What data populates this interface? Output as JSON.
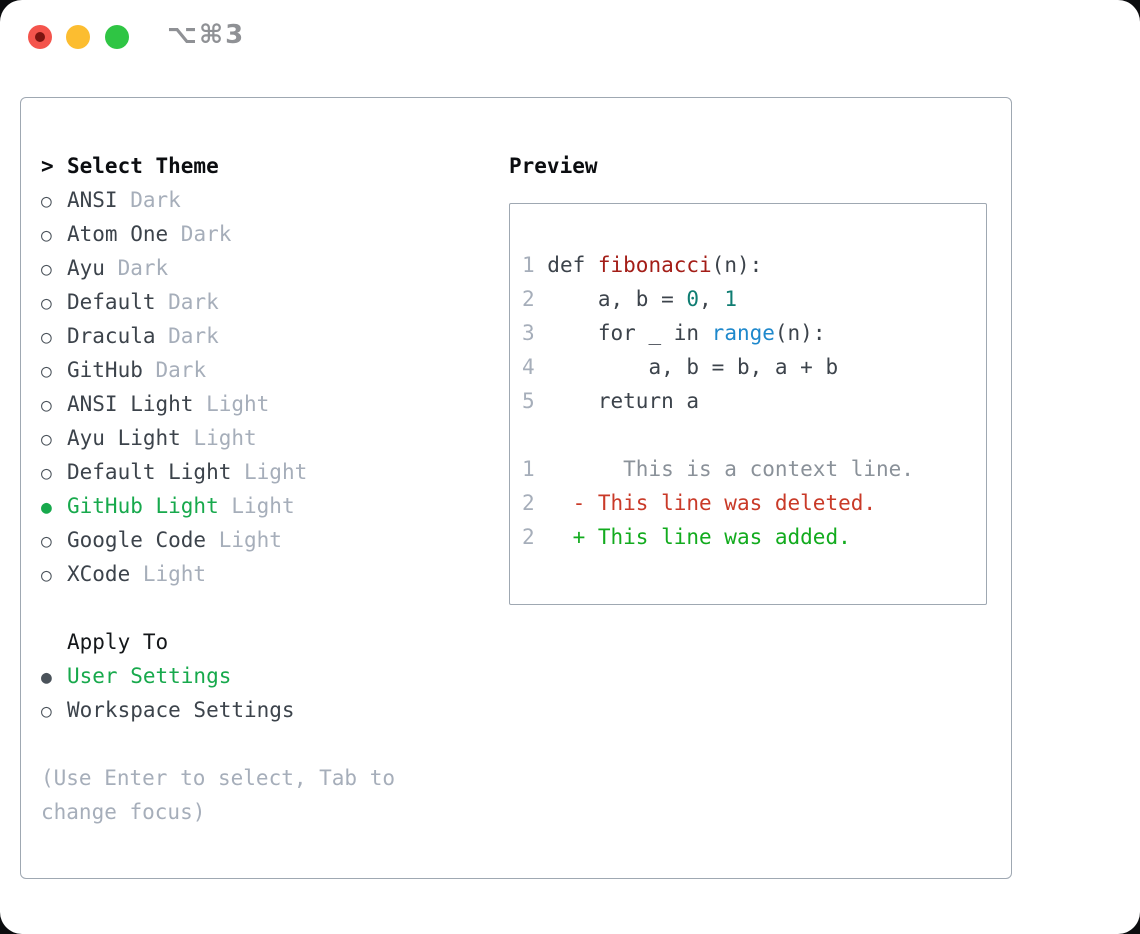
{
  "window": {
    "shortcut_label": "⌥⌘3",
    "traffic_lights": [
      {
        "name": "close-button",
        "color": "#f4544c"
      },
      {
        "name": "minimize-button",
        "color": "#fcbd30"
      },
      {
        "name": "zoom-button",
        "color": "#2fc544"
      }
    ]
  },
  "theme_list": {
    "header_prefix": ">",
    "header": "Select Theme",
    "bullet_selected": "●",
    "bullet_unselected": "○",
    "items": [
      {
        "name": "ANSI",
        "variant": "Dark",
        "selected": false
      },
      {
        "name": "Atom One",
        "variant": "Dark",
        "selected": false
      },
      {
        "name": "Ayu",
        "variant": "Dark",
        "selected": false
      },
      {
        "name": "Default",
        "variant": "Dark",
        "selected": false
      },
      {
        "name": "Dracula",
        "variant": "Dark",
        "selected": false
      },
      {
        "name": "GitHub",
        "variant": "Dark",
        "selected": false
      },
      {
        "name": "ANSI Light",
        "variant": "Light",
        "selected": false
      },
      {
        "name": "Ayu Light",
        "variant": "Light",
        "selected": false
      },
      {
        "name": "Default Light",
        "variant": "Light",
        "selected": false
      },
      {
        "name": "GitHub Light",
        "variant": "Light",
        "selected": true
      },
      {
        "name": "Google Code",
        "variant": "Light",
        "selected": false
      },
      {
        "name": "XCode",
        "variant": "Light",
        "selected": false
      }
    ]
  },
  "apply_to": {
    "header": "Apply To",
    "options": [
      {
        "name": "User Settings",
        "selected": true
      },
      {
        "name": "Workspace Settings",
        "selected": false
      }
    ]
  },
  "hint_lines": [
    "(Use Enter to select, Tab to",
    "change focus)"
  ],
  "preview": {
    "header": "Preview",
    "lines": [
      {
        "kind": "code",
        "num": "1",
        "segments": [
          {
            "t": " def ",
            "c": "code"
          },
          {
            "t": "fibonacci",
            "c": "func"
          },
          {
            "t": "(n):",
            "c": "code"
          }
        ]
      },
      {
        "kind": "code",
        "num": "2",
        "segments": [
          {
            "t": "     a, b = ",
            "c": "code"
          },
          {
            "t": "0",
            "c": "num"
          },
          {
            "t": ", ",
            "c": "code"
          },
          {
            "t": "1",
            "c": "num"
          }
        ]
      },
      {
        "kind": "code",
        "num": "3",
        "segments": [
          {
            "t": "     for _ in ",
            "c": "code"
          },
          {
            "t": "range",
            "c": "builtin"
          },
          {
            "t": "(n):",
            "c": "code"
          }
        ]
      },
      {
        "kind": "code",
        "num": "4",
        "segments": [
          {
            "t": "         a, b = b, a + b",
            "c": "code"
          }
        ]
      },
      {
        "kind": "code",
        "num": "5",
        "segments": [
          {
            "t": "     return a",
            "c": "code"
          }
        ]
      },
      {
        "kind": "blank",
        "num": "",
        "segments": []
      },
      {
        "kind": "context",
        "num": "1",
        "segments": [
          {
            "t": "       This is a context line.",
            "c": "context"
          }
        ]
      },
      {
        "kind": "deleted",
        "num": "2",
        "segments": [
          {
            "t": "   - This line was deleted.",
            "c": "del"
          }
        ]
      },
      {
        "kind": "added",
        "num": "2",
        "segments": [
          {
            "t": "   + This line was added.",
            "c": "add"
          }
        ]
      }
    ]
  },
  "colors": {
    "accent_green": "#17a94c",
    "text_dark": "#3c434b",
    "text_muted": "#a6aeba",
    "border_gray": "#9fa8b2",
    "syntax_function_red": "#a31d17",
    "syntax_number_teal": "#0f7d72",
    "syntax_builtin_blue": "#1e88cc",
    "diff_deleted_red": "#c93a28",
    "diff_added_green": "#12ab1e",
    "shortcut_gray": "#8f9195"
  }
}
